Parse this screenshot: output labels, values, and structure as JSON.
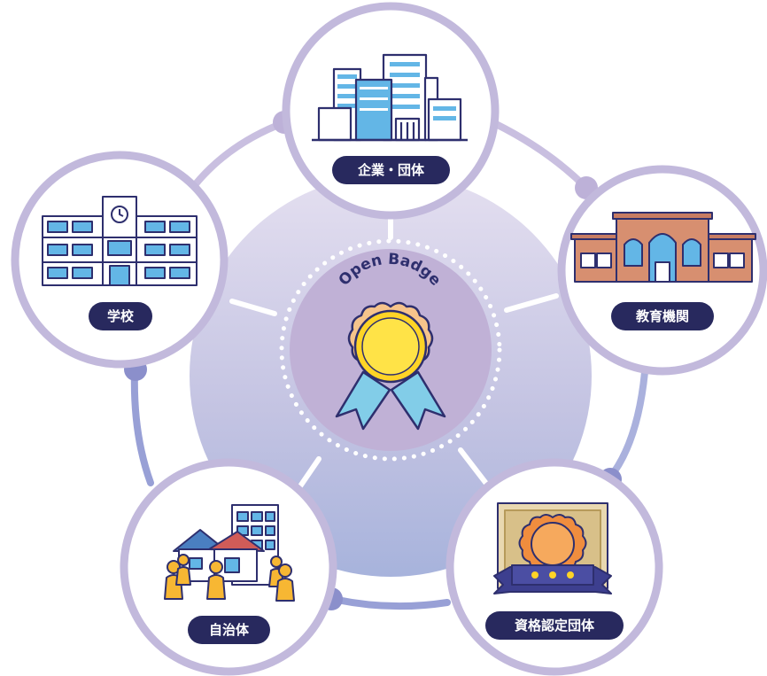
{
  "center": {
    "arc_text": "Open Badge"
  },
  "nodes": {
    "corporate": {
      "label": "企業・団体",
      "icon": "office-buildings-icon"
    },
    "education": {
      "label": "教育機関",
      "icon": "university-building-icon"
    },
    "certification": {
      "label": "資格認定団体",
      "icon": "certificate-medal-icon"
    },
    "municipality": {
      "label": "自治体",
      "icon": "town-residents-icon"
    },
    "school": {
      "label": "学校",
      "icon": "school-building-icon"
    }
  },
  "colors": {
    "ring": "#c2b9dc",
    "node_fill": "#ffffff",
    "label_pill": "#28295e",
    "connector_dot_light": "#bdb1d8",
    "connector_dot_dark": "#8b8fcb",
    "center_disc": "#c0b1d6",
    "medal_gold": "#ffd426",
    "ribbon_blue": "#82cde8"
  }
}
